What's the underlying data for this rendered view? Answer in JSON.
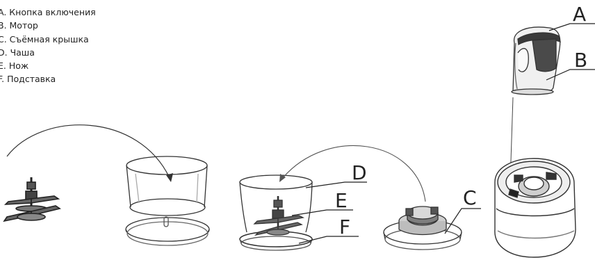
{
  "legend": {
    "items": [
      {
        "letter": "A",
        "text": "A. Кнопка включения"
      },
      {
        "letter": "B",
        "text": "B. Мотор"
      },
      {
        "letter": "C",
        "text": "C. Съёмная крышка"
      },
      {
        "letter": "D",
        "text": "D. Чаша"
      },
      {
        "letter": "E",
        "text": "E. Нож"
      },
      {
        "letter": "F",
        "text": "F. Подставка"
      }
    ]
  },
  "callouts": {
    "a": "A",
    "b": "B",
    "c": "C",
    "d": "D",
    "e": "E",
    "f": "F"
  },
  "colors": {
    "line": "#222222",
    "light": "#9a9a9a",
    "motor_body": "#ececec",
    "motor_top": "#3a3a3a"
  }
}
